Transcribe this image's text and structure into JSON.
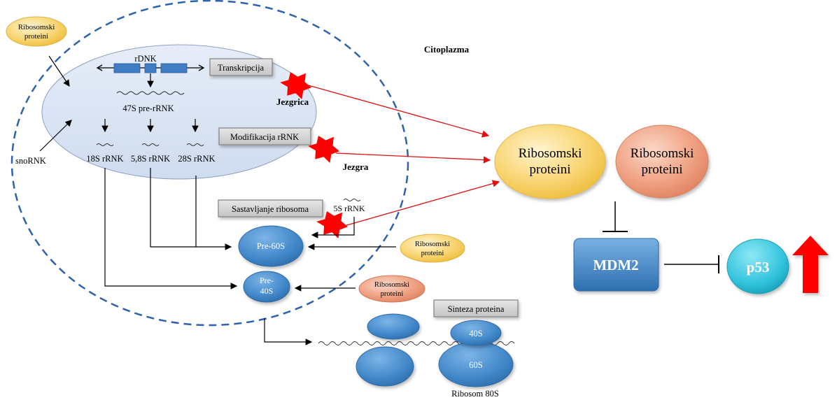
{
  "labels": {
    "ribo_tl": [
      "Ribosomski",
      "proteini"
    ],
    "rdnk": "rDNK",
    "pre47": "47S pre-rRNK",
    "jezgrica": "Jezgrica",
    "jezgra": "Jezgra",
    "citoplazma": "Citoplazma",
    "snorna": "snoRNK",
    "r18": "18S rRNK",
    "r58": "5,8S rRNK",
    "r28": "28S rRNK",
    "r5s": "5S rRNK",
    "pre60": "Pre-60S",
    "pre40": [
      "Pre-",
      "40S"
    ],
    "ribo_yellow_small": [
      "Ribosomski",
      "proteini"
    ],
    "ribo_salmon_small": [
      "Ribosomski",
      "proteini"
    ],
    "big_yellow": [
      "Ribosomski",
      "proteini"
    ],
    "big_salmon": [
      "Ribosomski",
      "proteini"
    ],
    "mdm2": "MDM2",
    "p53": "p53",
    "sub40": "40S",
    "sub60": "60S",
    "ribosom80": "Ribosom 80S"
  },
  "boxes": {
    "transkripcija": "Transkripcija",
    "modifikacija": "Modifikacija rRNK",
    "sastavljanje": "Sastavljanje ribosoma",
    "sinteza": "Sinteza proteina"
  },
  "colors": {
    "blue": "#3f86c8",
    "nucleolus_fill": "#dbe5f4",
    "dash": "#2e62ad",
    "yellow": "#f7d26e",
    "salmon": "#ee9c7c",
    "cyan": "#36c4dc",
    "red": "#ff0000",
    "box_fill": "#d4d4d4"
  }
}
